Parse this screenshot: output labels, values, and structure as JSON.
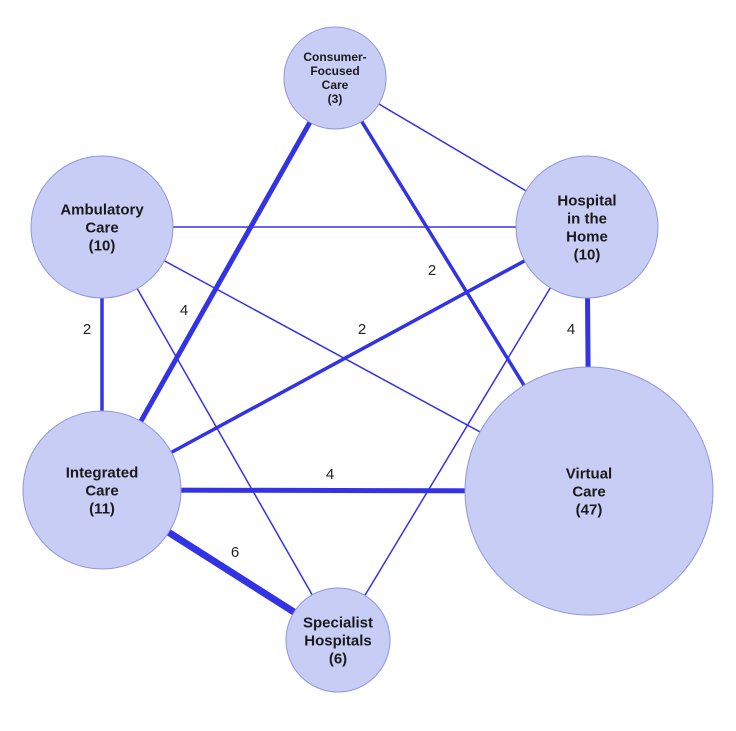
{
  "colors": {
    "edge": "#3333e6",
    "node_fill": "#c8cdf5",
    "node_stroke": "#8f96dc",
    "text": "#1a1a1a"
  },
  "nodes": [
    {
      "id": "consumer",
      "lines": [
        "Consumer-",
        "Focused",
        "Care",
        "(3)"
      ],
      "count": 3
    },
    {
      "id": "ambulatory",
      "lines": [
        "Ambulatory",
        "Care",
        "(10)"
      ],
      "count": 10
    },
    {
      "id": "hospital-home",
      "lines": [
        "Hospital",
        "in the",
        "Home",
        "(10)"
      ],
      "count": 10
    },
    {
      "id": "integrated",
      "lines": [
        "Integrated",
        "Care",
        "(11)"
      ],
      "count": 11
    },
    {
      "id": "virtual",
      "lines": [
        "Virtual",
        "Care",
        "(47)"
      ],
      "count": 47
    },
    {
      "id": "specialist",
      "lines": [
        "Specialist",
        "Hospitals",
        "(6)"
      ],
      "count": 6
    }
  ],
  "edges": [
    {
      "source": "consumer",
      "target": "integrated",
      "weight": 4,
      "label": "4"
    },
    {
      "source": "consumer",
      "target": "virtual",
      "weight": 2,
      "label": "2"
    },
    {
      "source": "consumer",
      "target": "hospital-home",
      "weight": 1,
      "label": ""
    },
    {
      "source": "ambulatory",
      "target": "hospital-home",
      "weight": 1,
      "label": ""
    },
    {
      "source": "ambulatory",
      "target": "virtual",
      "weight": 1,
      "label": ""
    },
    {
      "source": "ambulatory",
      "target": "specialist",
      "weight": 1,
      "label": ""
    },
    {
      "source": "ambulatory",
      "target": "integrated",
      "weight": 2,
      "label": "2"
    },
    {
      "source": "hospital-home",
      "target": "integrated",
      "weight": 2,
      "label": "2"
    },
    {
      "source": "hospital-home",
      "target": "virtual",
      "weight": 4,
      "label": "4"
    },
    {
      "source": "hospital-home",
      "target": "specialist",
      "weight": 1,
      "label": ""
    },
    {
      "source": "integrated",
      "target": "virtual",
      "weight": 4,
      "label": "4"
    },
    {
      "source": "integrated",
      "target": "specialist",
      "weight": 6,
      "label": "6"
    }
  ]
}
